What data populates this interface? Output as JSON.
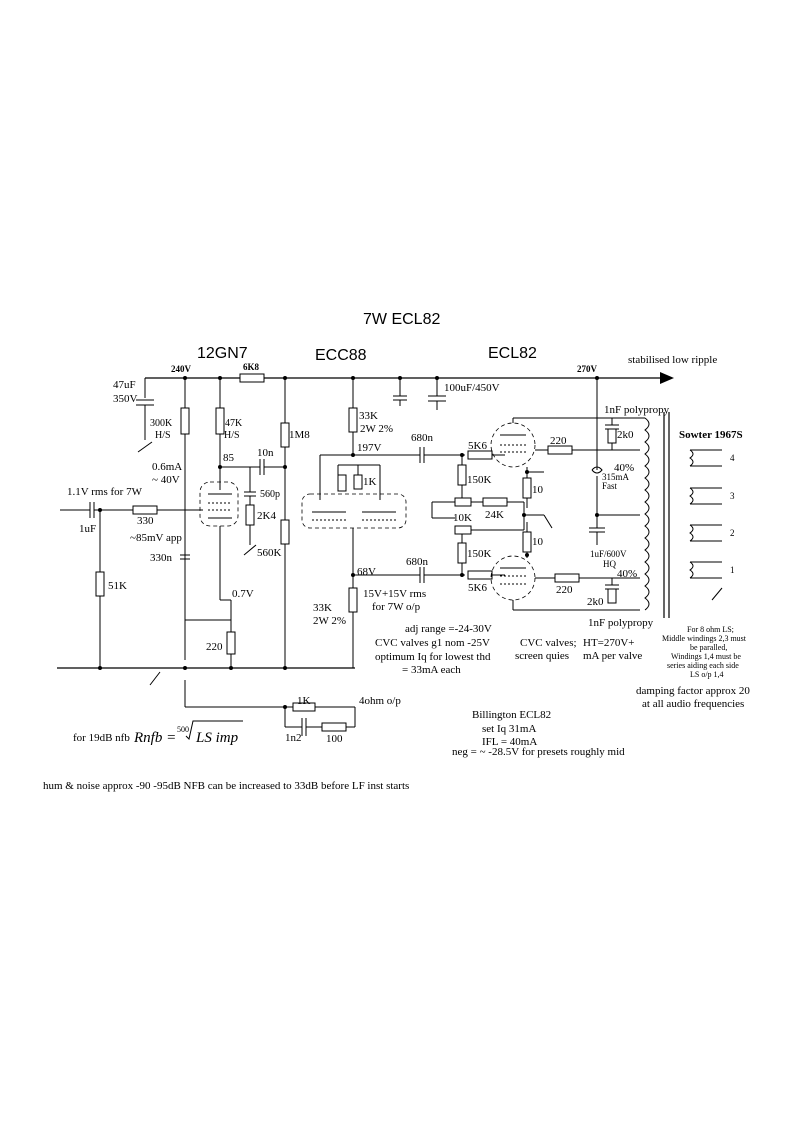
{
  "title": "7W ECL82",
  "tubes": {
    "t1": "12GN7",
    "t2": "ECC88",
    "t3": "ECL82"
  },
  "rail": {
    "v240": "240V",
    "r_6k8": "6K8",
    "v270": "270V",
    "note": "stabilised low  ripple"
  },
  "caps": {
    "c47uf_a": "47uF",
    "c47uf_b": "350V",
    "c100uf": "100uF/450V",
    "c10n": "10n",
    "c560p": "560p",
    "c330n": "330n",
    "c680n_top": "680n",
    "c680n_bot": "680n",
    "c1uf": "1uF",
    "c1n2": "1n2",
    "c1nf_top": "1nF polypropy",
    "c1nf_bot": "1nF polypropy",
    "c1uf600_a": "1uF/600V",
    "c1uf600_b": "HQ"
  },
  "resistors": {
    "r300k_a": "300K",
    "r300k_b": "H/S",
    "r47k_a": "47K",
    "r47k_b": "H/S",
    "r1m8": "1M8",
    "r2k4": "2K4",
    "r560k": "560K",
    "r220_cath": "220",
    "r51k": "51K",
    "r330": "330",
    "r33k_top_a": "33K",
    "r33k_top_b": "2W 2%",
    "r33k_bot_a": "33K",
    "r33k_bot_b": "2W 2%",
    "r1k_mid": "1K",
    "r5k6_top": "5K6",
    "r5k6_bot": "5K6",
    "r150k_top": "150K",
    "r150k_bot": "150K",
    "r10k": "10K",
    "r24k": "24K",
    "r10_top": "10",
    "r10_bot": "10",
    "r220_top": "220",
    "r220_bot": "220",
    "r2k0_top": "2k0",
    "r2k0_bot": "2k0",
    "r1k_fb": "1K",
    "r100_fb": "100"
  },
  "voltages": {
    "v85": "85",
    "i06ma": "0.6mA",
    "v40": "~ 40V",
    "v197": "197V",
    "v68": "68V",
    "v07": "0.7V",
    "pct_top": "40%",
    "pct_bot": "40%"
  },
  "fuse": {
    "a": "315mA",
    "b": "Fast"
  },
  "input": {
    "level": "1.1V rms for 7W",
    "grid": "~85mV app"
  },
  "notes": {
    "o15v_a": "15V+15V rms",
    "o15v_b": "for 7W o/p",
    "adj": "adj range =-24-30V",
    "cvc1_a": "CVC valves g1 nom -25V",
    "cvc1_b": "optimum Iq for lowest thd",
    "cvc1_c": "= 33mA each",
    "cvc2_a": "CVC valves;",
    "cvc2_b": "screen quies",
    "ht_a": "HT=270V+",
    "ht_b": "mA per valve",
    "bill_a": "Billington ECL82",
    "bill_b": "set Iq 31mA",
    "bill_c": "IFL = 40mA",
    "bill_d": "neg = ~ -28.5V for presets roughly mid",
    "fb_label": "for 19dB nfb",
    "formula_lhs": "Rnfb =",
    "formula_idx": "500",
    "formula_rad": "LS imp",
    "out_label": "4ohm o/p",
    "hum": "hum & noise approx -90 -95dB NFB can be increased to 33dB before LF inst starts"
  },
  "transformer": {
    "name": "Sowter 1967S",
    "w4": "4",
    "w3": "3",
    "w2": "2",
    "w1": "1",
    "note1": "For 8 ohm LS;",
    "note2": "Middle windings 2,3 must",
    "note3": "be paralled,",
    "note4": "Windings 1,4 must be",
    "note5": "series aiding each side",
    "note6": "LS o/p 1,4",
    "damp1": "damping factor approx 20",
    "damp2": "at all audio frequencies"
  }
}
